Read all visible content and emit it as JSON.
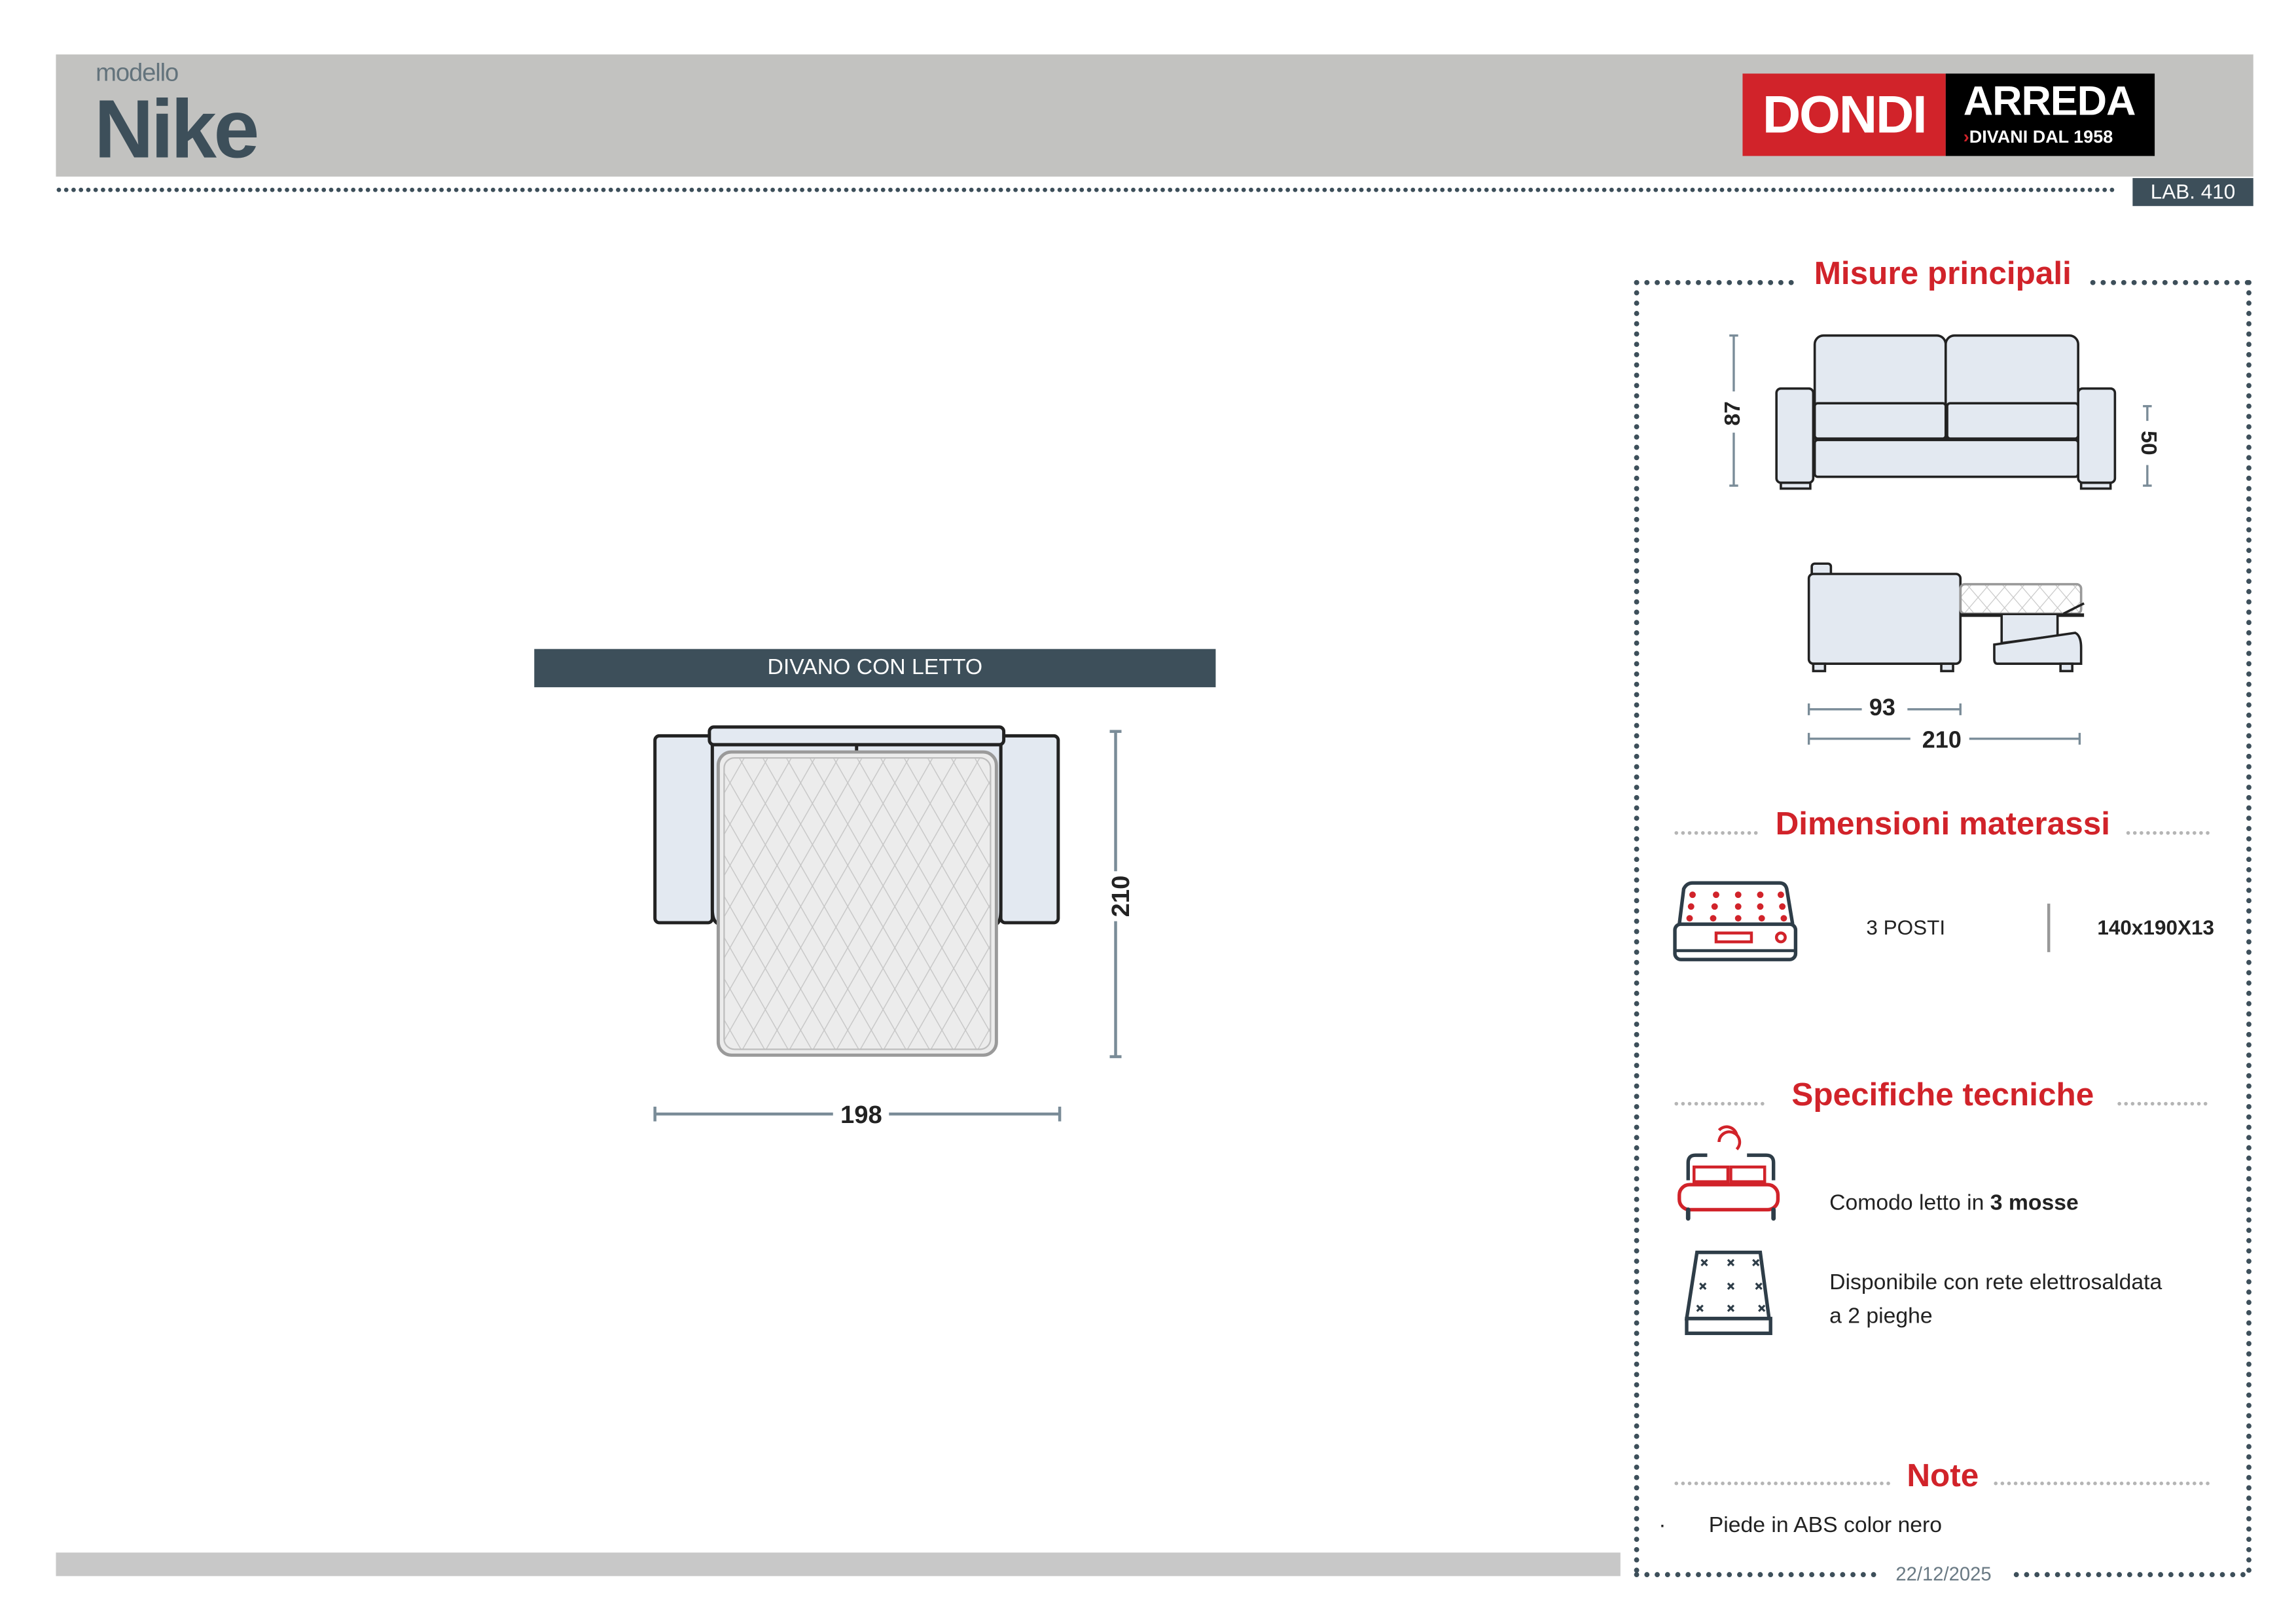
{
  "header": {
    "model_label": "modello",
    "model_name": "Nike",
    "brand": {
      "name_red": "DONDI",
      "name_black": "ARREDA",
      "tagline": "DIVANI DAL 1958"
    },
    "lab": "LAB. 410"
  },
  "main": {
    "banner": "DIVANO CON LETTO",
    "width": "198",
    "depth": "210"
  },
  "misure": {
    "title": "Misure principali",
    "height": "87",
    "seat_height": "50",
    "closed_depth": "93",
    "open_depth": "210"
  },
  "materassi": {
    "title": "Dimensioni materassi",
    "seats": "3 POSTI",
    "size": "140x190X13"
  },
  "specifiche": {
    "title": "Specifiche tecniche",
    "items": [
      {
        "text": "Comodo letto in ",
        "bold": "3 mosse"
      },
      {
        "line1": "Disponibile con rete elettrosaldata",
        "line2": "a 2 pieghe"
      }
    ]
  },
  "note": {
    "title": "Note",
    "bullet": "·",
    "items": [
      "Piede in ABS color nero"
    ]
  },
  "footer": {
    "date": "22/12/2025"
  },
  "colors": {
    "accent": "#d1232a",
    "dark": "#3d4f5a",
    "header_bg": "#c2c2c0",
    "sofa_fill": "#e3e9f1"
  }
}
